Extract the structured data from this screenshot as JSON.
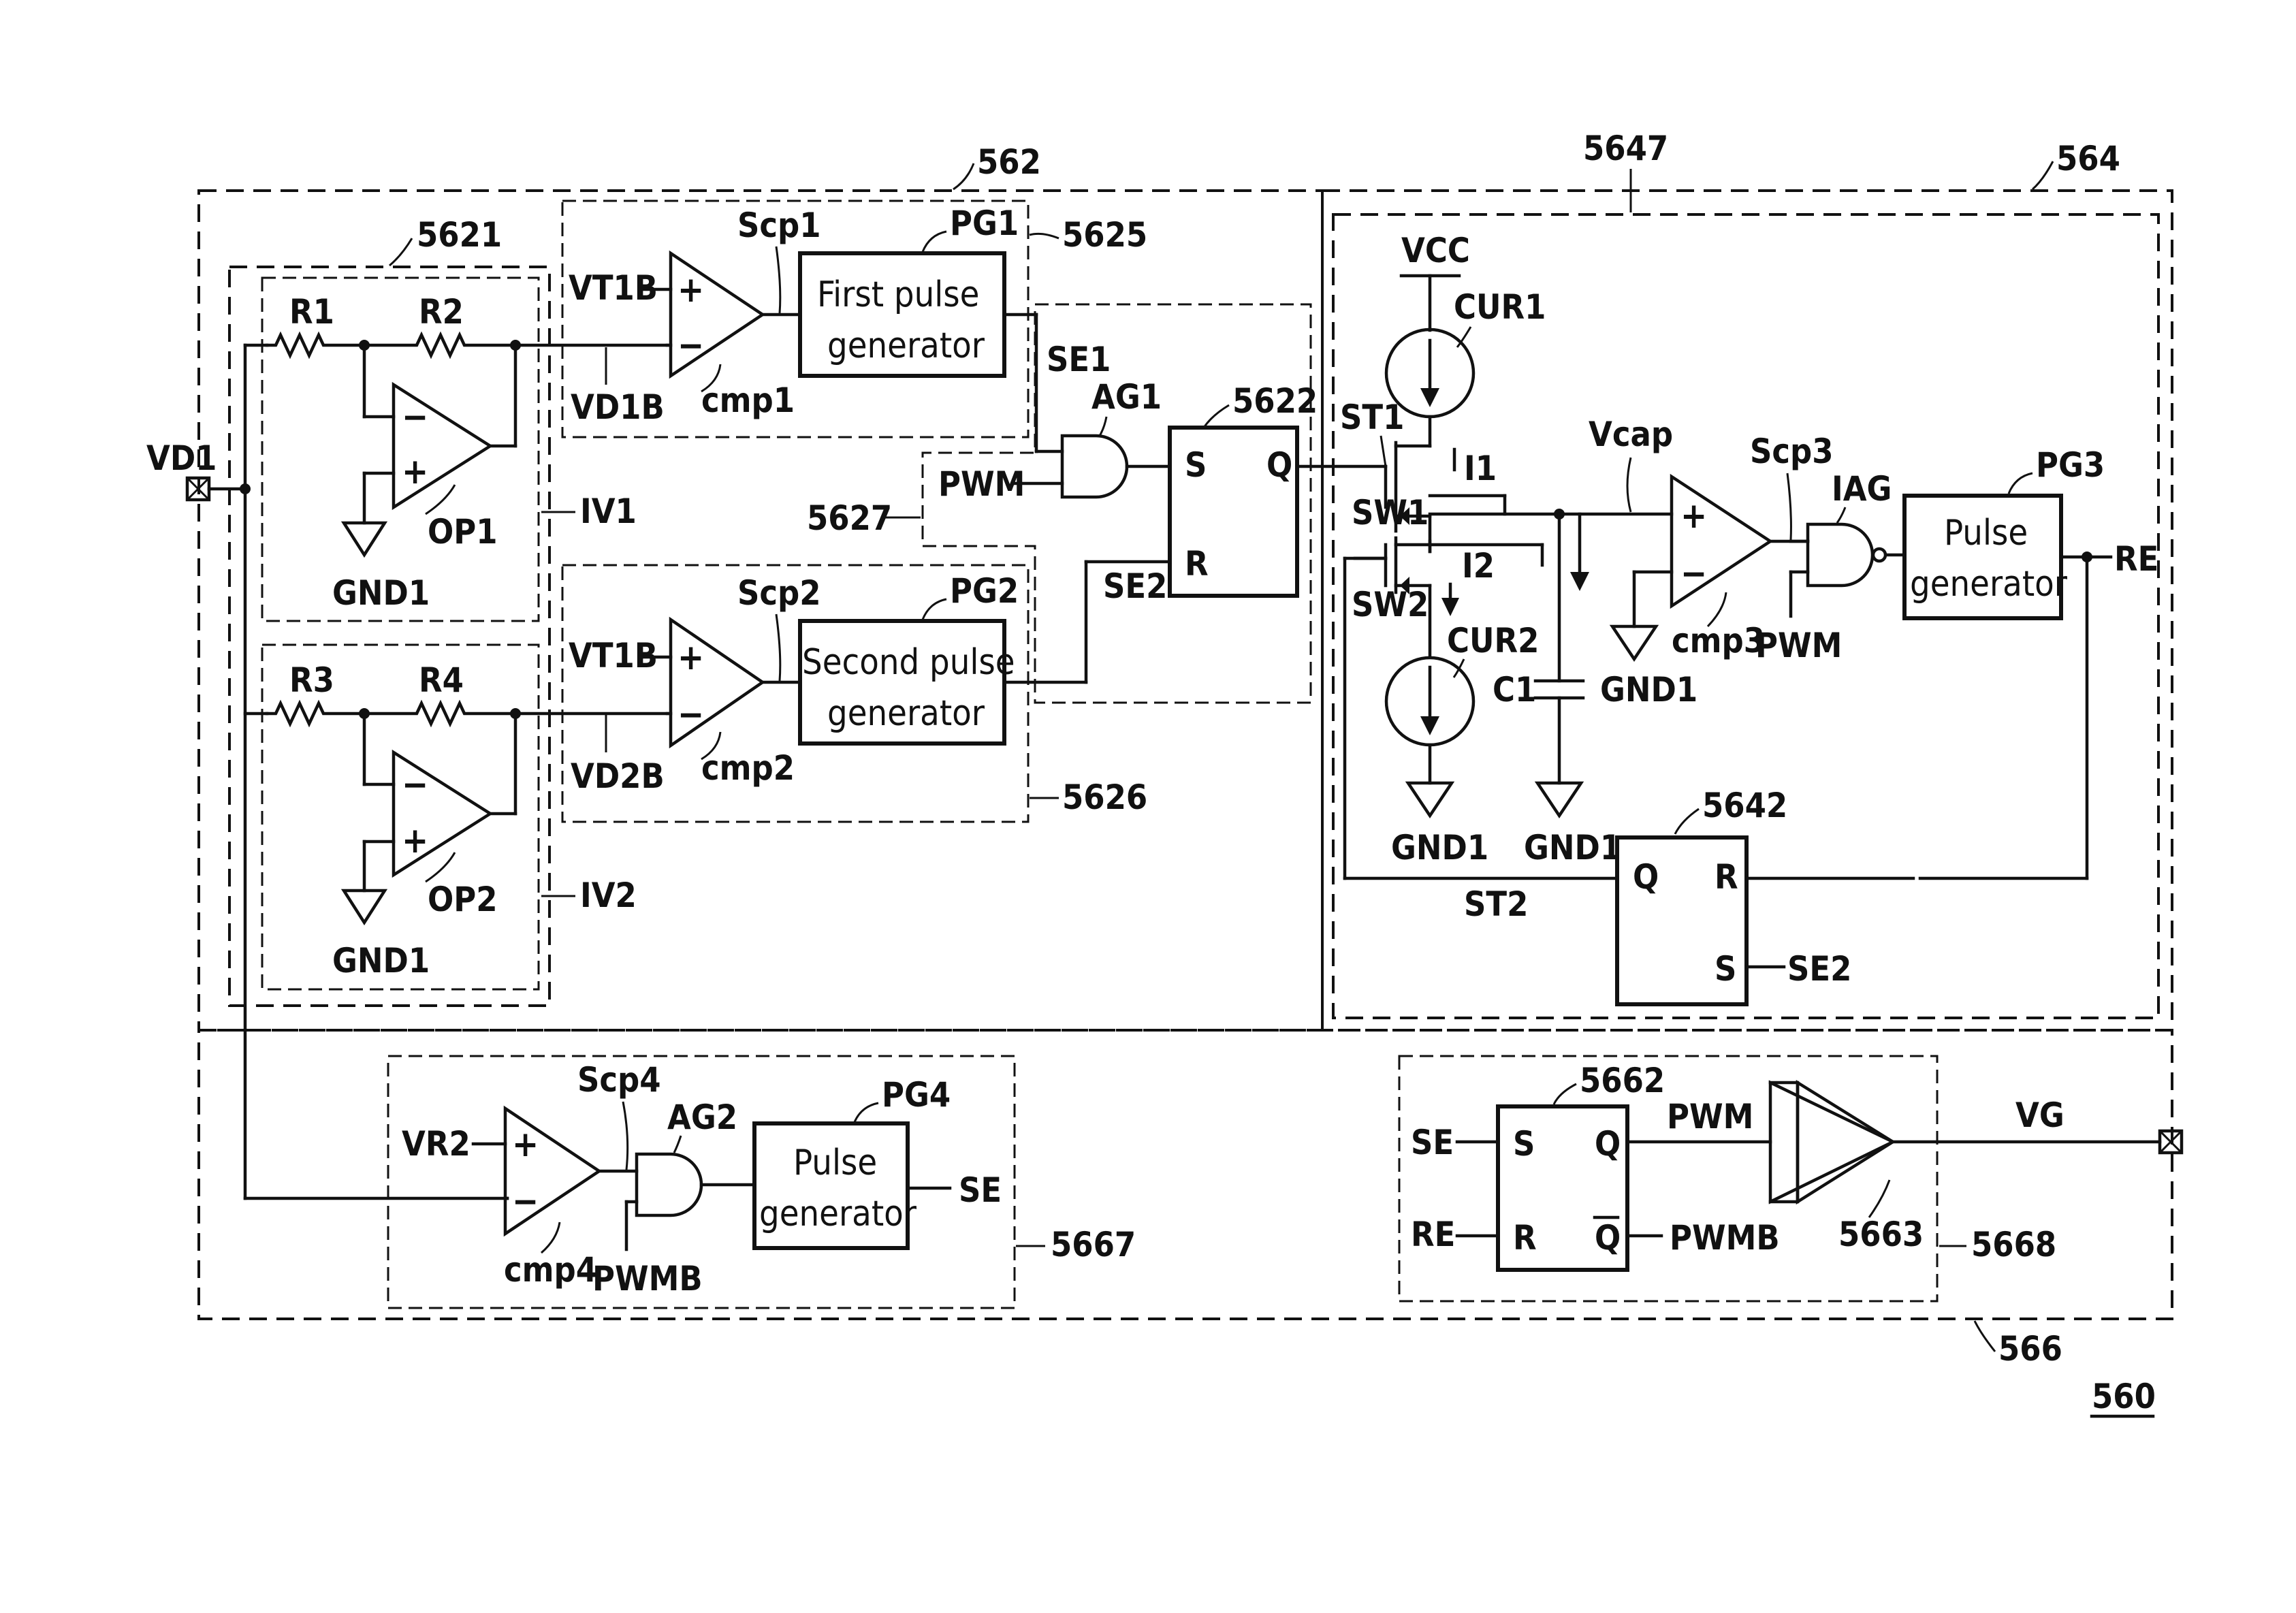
{
  "terminals": {
    "vd1": "VD1",
    "vg": "VG"
  },
  "block_refs": {
    "b562": "562",
    "b564": "564",
    "b566": "566",
    "b5647": "5647",
    "b5621": "5621",
    "b5625": "5625",
    "b5626": "5626",
    "b5627": "5627",
    "b5622": "5622",
    "b5642": "5642",
    "b5667": "5667",
    "b5668": "5668",
    "b5662": "5662",
    "b5663": "5663",
    "b560": "560",
    "iv1": "IV1",
    "iv2": "IV2"
  },
  "components": {
    "r1": "R1",
    "r2": "R2",
    "r3": "R3",
    "r4": "R4",
    "op1": "OP1",
    "op2": "OP2",
    "cmp1": "cmp1",
    "cmp2": "cmp2",
    "cmp3": "cmp3",
    "cmp4": "cmp4",
    "pg1": "PG1",
    "pg2": "PG2",
    "pg3": "PG3",
    "pg4": "PG4",
    "ag1": "AG1",
    "ag2": "AG2",
    "iag": "IAG",
    "cur1": "CUR1",
    "cur2": "CUR2",
    "c1": "C1",
    "sw1": "SW1",
    "sw2": "SW2"
  },
  "signals": {
    "vt1b_a": "VT1B",
    "vt1b_b": "VT1B",
    "vd1b": "VD1B",
    "vd2b": "VD2B",
    "vr2": "VR2",
    "scp1": "Scp1",
    "scp2": "Scp2",
    "scp3": "Scp3",
    "scp4": "Scp4",
    "se1": "SE1",
    "se2_a": "SE2",
    "se2_b": "SE2",
    "st1": "ST1",
    "st2": "ST2",
    "i1": "I1",
    "i2": "I2",
    "vcap": "Vcap",
    "vcc": "VCC",
    "re_a": "RE",
    "re_b": "RE",
    "se_a": "SE",
    "se_b": "SE",
    "pwm_a": "PWM",
    "pwm_b": "PWM",
    "pwm_c": "PWM",
    "pwmb_a": "PWMB",
    "pwmb_b": "PWMB",
    "gnd_1": "GND1",
    "gnd_2": "GND1",
    "gnd_3": "GND1",
    "gnd_4": "GND1",
    "gnd_5": "GND1"
  },
  "block_text": {
    "pg1_line1": "First pulse",
    "pg1_line2": "generator",
    "pg2_line1": "Second pulse",
    "pg2_line2": "generator",
    "pg3_line1": "Pulse",
    "pg3_line2": "generator",
    "pg4_line1": "Pulse",
    "pg4_line2": "generator"
  },
  "pins": {
    "ff5622_s": "S",
    "ff5622_q": "Q",
    "ff5622_r": "R",
    "ff5642_q": "Q",
    "ff5642_r": "R",
    "ff5642_s": "S",
    "ff5662_s": "S",
    "ff5662_q": "Q",
    "ff5662_r": "R",
    "ff5662_qb": "Q",
    "plus": "+",
    "minus": "−"
  }
}
